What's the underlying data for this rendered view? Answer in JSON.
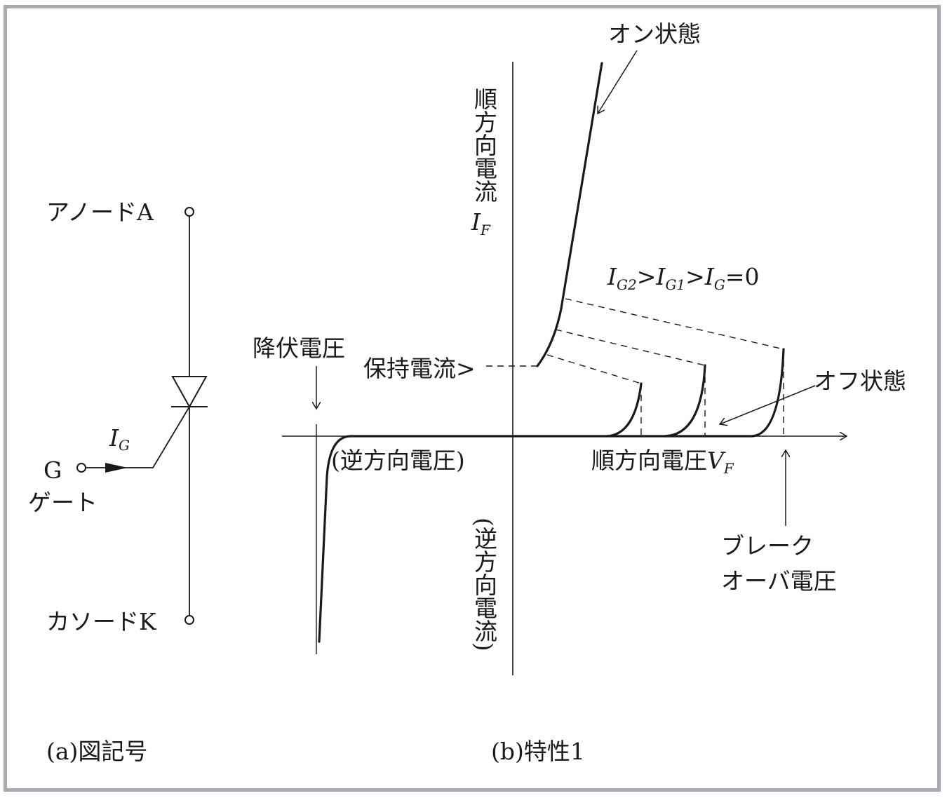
{
  "symbol": {
    "anode_label": "アノードA",
    "cathode_label": "カソードK",
    "gate_letter": "G",
    "gate_label": "ゲート",
    "gate_current_symbol": "I",
    "gate_current_sub": "G",
    "caption": "(a)図記号"
  },
  "characteristic": {
    "y_axis_label": "順方向電流",
    "y_axis_symbol": "I",
    "y_axis_symbol_sub": "F",
    "negative_y_label": "(逆方向電流)",
    "x_axis_label": "順方向電圧",
    "x_axis_symbol": "V",
    "x_axis_symbol_sub": "F",
    "negative_x_label": "(逆方向電圧)",
    "on_state_label": "オン状態",
    "off_state_label": "オフ状態",
    "holding_current_label": "保持電流>",
    "breakdown_voltage_label": "降伏電圧",
    "breakover_voltage_label_line1": "ブレーク",
    "breakover_voltage_label_line2": "オーバ電圧",
    "gate_relation": {
      "sym1": "I",
      "sub1": "G2",
      "op1": ">",
      "sym2": "I",
      "sub2": "G1",
      "op2": ">",
      "sym3": "I",
      "sub3": "G",
      "tail": "=0"
    },
    "caption": "(b)特性1"
  }
}
